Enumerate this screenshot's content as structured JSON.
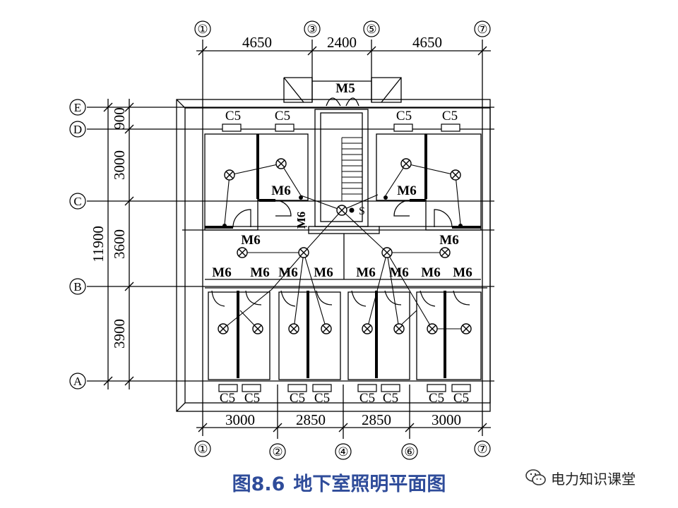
{
  "caption": {
    "figure_no": "图8.6",
    "title": "地下室照明平面图"
  },
  "watermark": {
    "text": "电力知识课堂",
    "icon": "wechat-icon"
  },
  "axes": {
    "top": [
      "①",
      "③",
      "⑤",
      "⑦"
    ],
    "bottom": [
      "①",
      "②",
      "④",
      "⑥",
      "⑦"
    ],
    "left": [
      "E",
      "D",
      "C",
      "B",
      "A"
    ]
  },
  "dimensions": {
    "top": [
      "4650",
      "2400",
      "4650"
    ],
    "bottom": [
      "3000",
      "2850",
      "2850",
      "3000"
    ],
    "left_segments": [
      "900",
      "3000",
      "3600",
      "3900"
    ],
    "left_total": "11900"
  },
  "labels": {
    "door_stair": "M5",
    "door": "M6",
    "window": "C5",
    "switch": "S"
  },
  "colors": {
    "line": "#000000",
    "caption": "#2f4c9a"
  }
}
